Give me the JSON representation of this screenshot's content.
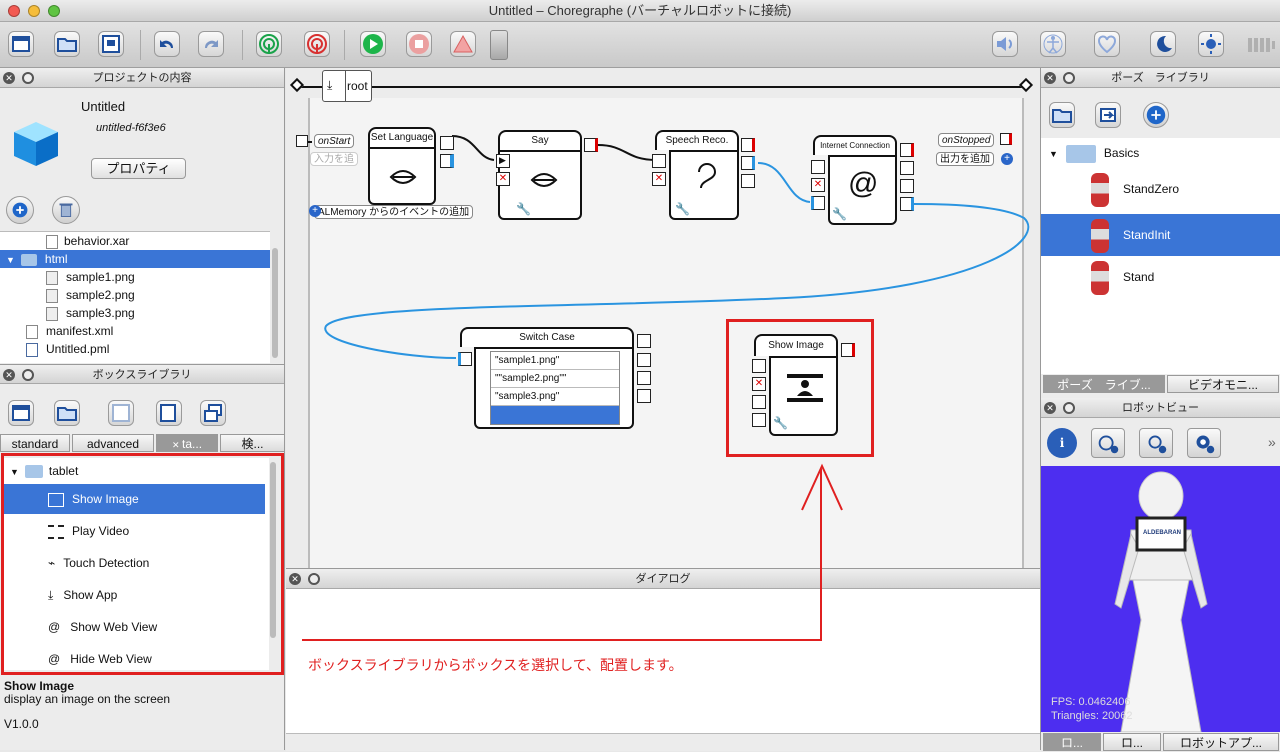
{
  "window": {
    "title": "Untitled – Choregraphe (バーチャルロボットに接続)"
  },
  "project_panel": {
    "title": "プロジェクトの内容",
    "name": "Untitled",
    "id": "untitled-f6f3e6",
    "properties_button": "プロパティ",
    "files": [
      "behavior.xar",
      "html",
      "sample1.png",
      "sample2.png",
      "sample3.png",
      "manifest.xml",
      "Untitled.pml"
    ]
  },
  "box_library": {
    "title": "ボックスライブラリ",
    "tabs": [
      "standard",
      "advanced",
      "ta...",
      "検..."
    ],
    "folder": "tablet",
    "items": [
      "Show Image",
      "Play Video",
      "Touch Detection",
      "Show App",
      "Show Web View",
      "Hide Web View"
    ],
    "selected_title": "Show Image",
    "selected_desc": "display an image on the screen",
    "selected_version": "V1.0.0"
  },
  "flow": {
    "breadcrumb": "root",
    "on_start": "onStart",
    "input_hint": "入力を追",
    "on_stopped": "onStopped",
    "add_output": "出力を追加",
    "almemory": "ALMemory からのイベントの追加",
    "boxes": {
      "set_language": "Set Language",
      "say": "Say",
      "speech": "Speech Reco.",
      "internet": "Internet Connection",
      "switch": "Switch Case",
      "show_image": "Show Image"
    },
    "switch_cases": [
      "\"sample1.png\"",
      "\"\"sample2.png\"\"",
      "\"sample3.png\"",
      ""
    ]
  },
  "dialog": {
    "title": "ダイアログ",
    "annotation": "ボックスライブラリからボックスを選択して、配置します。"
  },
  "pose_library": {
    "title": "ポーズ　ライブラリ",
    "folder": "Basics",
    "items": [
      "StandZero",
      "StandInit",
      "Stand"
    ],
    "tabs": [
      "ポーズ　ライブ...",
      "ビデオモニ..."
    ]
  },
  "robot_view": {
    "title": "ロボットビュー",
    "fps": "FPS: 0.0462406",
    "triangles": "Triangles: 20062",
    "chest_logo": "ALDEBARAN",
    "tabs": [
      "ロ...",
      "ロ...",
      "ロボットアプ..."
    ]
  },
  "colors": {
    "selection": "#3a75d6",
    "highlight": "#e02020",
    "viewport_bg": "#4d2ef0"
  }
}
